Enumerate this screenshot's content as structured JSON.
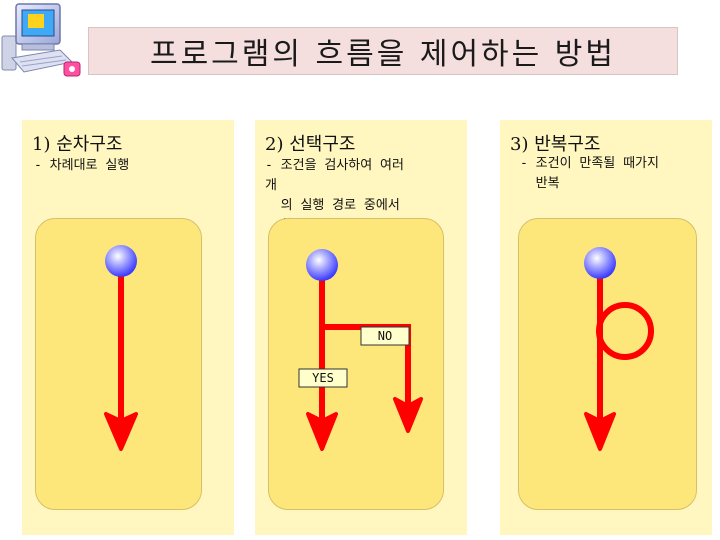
{
  "title": "프로그램의 흐름을 제어하는 방법",
  "panels": [
    {
      "heading": "1) 순차구조",
      "description": "- 차례대로 실행"
    },
    {
      "heading": "2) 선택구조",
      "description": "- 조건을 검사하여 여러\n개\n  의 실행 경로 중에서\n  하나를 선택",
      "labels": {
        "no": "NO",
        "yes": "YES"
      }
    },
    {
      "heading": "3) 반복구조",
      "description": "- 조건이 만족될 때가지\n  반복"
    }
  ],
  "colors": {
    "title_bg": "#f5dede",
    "panel_bg": "#fff6c0",
    "flow_bg": "#fde67a",
    "arrow": "#ff0000",
    "node": "#5a5aff"
  },
  "icons": {
    "logo": "computer-icon"
  }
}
